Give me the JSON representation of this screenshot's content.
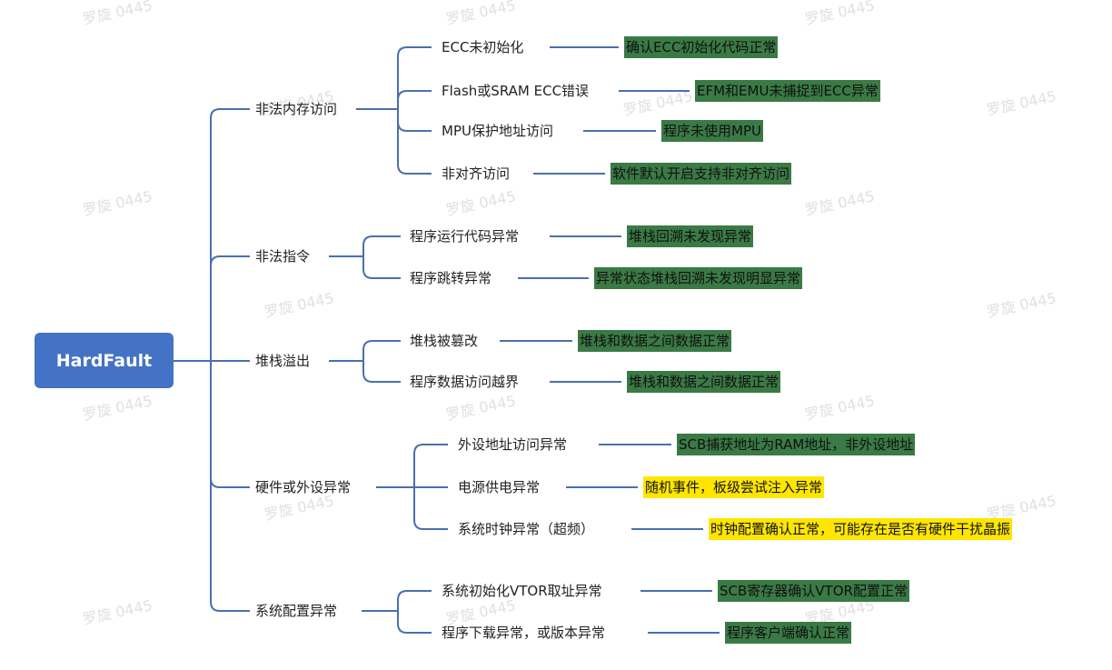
{
  "root": "HardFault",
  "watermark": "罗旋 0445",
  "colors": {
    "line": "#4a6fb1",
    "root_fill": "#4472c4",
    "result_green": "#3a7a45",
    "result_yellow": "#ffe600"
  },
  "categories": [
    {
      "label": "非法内存访问",
      "items": [
        {
          "label": "ECC未初始化",
          "result": "确认ECC初始化代码正常",
          "color": "green"
        },
        {
          "label": "Flash或SRAM ECC错误",
          "result": "EFM和EMU未捕捉到ECC异常",
          "color": "green"
        },
        {
          "label": "MPU保护地址访问",
          "result": "程序未使用MPU",
          "color": "green"
        },
        {
          "label": "非对齐访问",
          "result": "软件默认开启支持非对齐访问",
          "color": "green"
        }
      ]
    },
    {
      "label": "非法指令",
      "items": [
        {
          "label": "程序运行代码异常",
          "result": "堆栈回溯未发现异常",
          "color": "green"
        },
        {
          "label": "程序跳转异常",
          "result": "异常状态堆栈回溯未发现明显异常",
          "color": "green"
        }
      ]
    },
    {
      "label": "堆栈溢出",
      "items": [
        {
          "label": "堆栈被篡改",
          "result": "堆栈和数据之间数据正常",
          "color": "green"
        },
        {
          "label": "程序数据访问越界",
          "result": "堆栈和数据之间数据正常",
          "color": "green"
        }
      ]
    },
    {
      "label": "硬件或外设异常",
      "items": [
        {
          "label": "外设地址访问异常",
          "result": "SCB捕获地址为RAM地址，非外设地址",
          "color": "green"
        },
        {
          "label": "电源供电异常",
          "result": "随机事件，板级尝试注入异常",
          "color": "yellow"
        },
        {
          "label": "系统时钟异常（超频）",
          "result": "时钟配置确认正常，可能存在是否有硬件干扰晶振",
          "color": "yellow"
        }
      ]
    },
    {
      "label": "系统配置异常",
      "items": [
        {
          "label": "系统初始化VTOR取址异常",
          "result": "SCB寄存器确认VTOR配置正常",
          "color": "green"
        },
        {
          "label": "程序下载异常，或版本异常",
          "result": "程序客户端确认正常",
          "color": "green"
        }
      ]
    }
  ]
}
